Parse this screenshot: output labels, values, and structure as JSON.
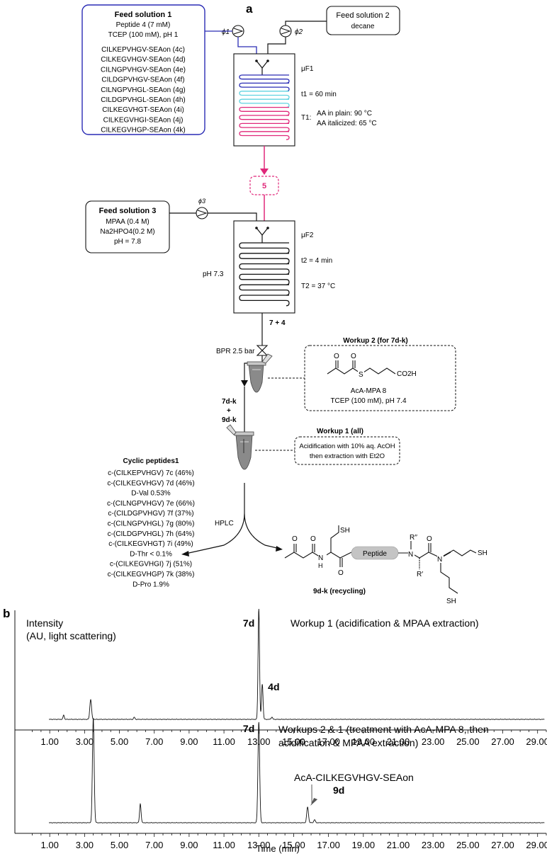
{
  "panel_a": {
    "label": "a",
    "feed1": {
      "title": "Feed solution 1",
      "lines": [
        "Peptide 4 (7 mM)",
        "TCEP (100 mM), pH 1"
      ],
      "peptides": [
        "CILKEPVHGV-SEAon (4c)",
        "CILKEGVHGV-SEAon (4d)",
        "CILNGPVHGV-SEAon (4e)",
        "CILDGPVHGV-SEAon (4f)",
        "CILNGPVHGL-SEAon (4g)",
        "CILDGPVHGL-SEAon (4h)",
        "CILKEGVHGT-SEAon (4i)",
        "CILKEGVHGI-SEAon (4j)",
        "CILKEGVHGP-SEAon (4k)"
      ]
    },
    "feed2": {
      "title": "Feed solution 2",
      "line": "decane"
    },
    "feed3": {
      "title": "Feed solution 3",
      "lines": [
        "MPAA (0.4 M)",
        "Na2HPO4(0.2 M)",
        "pH = 7.8"
      ]
    },
    "pumps": [
      "ϕ1",
      "ϕ2",
      "ϕ3"
    ],
    "reactor1": {
      "name": "μF1",
      "time": "t1 = 60 min",
      "temp_label": "T1:",
      "temp_lines": [
        "AA in plain: 90 °C",
        "AA italicized: 65 °C"
      ]
    },
    "intermediate": "5",
    "reactor2": {
      "name": "μF2",
      "time": "t2 = 4 min",
      "temp": "T2 = 37 °C",
      "ph": "pH 7.3"
    },
    "flow_labels": {
      "after_reactor2": "7 + 4",
      "bpr": "BPR 2.5 bar",
      "mix_top": "7d-k",
      "mix_plus": "+",
      "mix_bottom": "9d-k",
      "hplc": "HPLC"
    },
    "workup2": {
      "title": "Workup 2 (for 7d-k)",
      "compound": "AcA-MPA 8",
      "conditions": "TCEP (100 mM), pH 7.4",
      "atoms": {
        "o1": "O",
        "o2": "O",
        "s": "S",
        "acid": "CO2H"
      }
    },
    "workup1": {
      "title": "Workup 1 (all)",
      "lines": [
        "Acidification with 10% aq. AcOH",
        "then extraction with Et2O"
      ]
    },
    "cyclic": {
      "title": "Cyclic peptides1",
      "items": [
        "c-(CILKEPVHGV) 7c (46%)",
        "c-(CILKEGVHGV) 7d (46%)",
        "D-Val 0.53%",
        "c-(CILNGPVHGV) 7e (66%)",
        "c-(CILDGPVHGV) 7f (37%)",
        "c-(CILNGPVHGL) 7g (80%)",
        "c-(CILDGPVHGL) 7h (64%)",
        "c-(CILKEGVHGT) 7i (49%)",
        "D-Thr < 0.1%",
        "c-(CILKEGVHGI) 7j (51%)",
        "c-(CILKEGVHGP) 7k (38%)",
        "D-Pro 1.9%"
      ]
    },
    "recycle": {
      "peptide_label": "Peptide",
      "name": "9d-k (recycling)",
      "atoms": {
        "sh1": "SH",
        "sh2": "SH",
        "sh3": "SH",
        "o1": "O",
        "o2": "O",
        "o3": "O",
        "o4": "O",
        "nh": "H",
        "n1": "N",
        "n2": "N",
        "n3": "N",
        "r1": "R′′",
        "r2": "R′"
      }
    }
  },
  "panel_b": {
    "label": "b",
    "chart_data": {
      "type": "line",
      "xlabel": "Time (min)",
      "ylabel": "Intensity (AU, light scattering)",
      "x_ticks": [
        1.0,
        3.0,
        5.0,
        7.0,
        9.0,
        11.0,
        13.0,
        15.0,
        17.0,
        19.0,
        21.0,
        23.0,
        25.0,
        27.0,
        29.0
      ],
      "x_tick_labels": [
        "1.00",
        "3.00",
        "5.00",
        "7.00",
        "9.00",
        "11.00",
        "13.00",
        "15.00",
        "17.00",
        "19.00",
        "21.00",
        "23.00",
        "25.00",
        "27.00",
        "29.00"
      ],
      "xlim": [
        -1.0,
        29.5
      ],
      "ylim": [
        0,
        100
      ],
      "traces": [
        {
          "title": "Workup 1 (acidification & MPAA extraction)",
          "peaks": [
            {
              "x": 1.8,
              "height": 4,
              "width": 0.05
            },
            {
              "x": 3.35,
              "height": 18,
              "width": 0.07
            },
            {
              "x": 5.85,
              "height": 2,
              "width": 0.05
            },
            {
              "x": 13.0,
              "height": 100,
              "width": 0.06
            },
            {
              "x": 13.2,
              "height": 32,
              "width": 0.06
            },
            {
              "x": 13.75,
              "height": 2,
              "width": 0.06
            }
          ],
          "annotations": [
            {
              "label": "7d",
              "x": 13.0
            },
            {
              "label": "4d",
              "x": 13.2
            }
          ]
        },
        {
          "title": "Workups 2 & 1 (treatment with AcA-MPA 8, then acidification & MPAA extraction)",
          "peaks": [
            {
              "x": 3.5,
              "height": 100,
              "width": 0.07
            },
            {
              "x": 6.2,
              "height": 18,
              "width": 0.06
            },
            {
              "x": 13.0,
              "height": 96,
              "width": 0.07
            },
            {
              "x": 15.8,
              "height": 15,
              "width": 0.07
            },
            {
              "x": 16.2,
              "height": 3,
              "width": 0.06
            }
          ],
          "annotations": [
            {
              "label": "7d",
              "x": 13.0
            },
            {
              "label": "AcA-CILKEGVHGV-SEAon",
              "sub": "9d",
              "x": 15.8
            }
          ]
        }
      ]
    }
  },
  "colors": {
    "feed1_border": "#2a2cb5",
    "coil_blue": "#2a2cb5",
    "coil_cyan": "#5fd3e0",
    "coil_pink": "#e0287a",
    "pink_line": "#e0287a",
    "ink": "#111111"
  }
}
